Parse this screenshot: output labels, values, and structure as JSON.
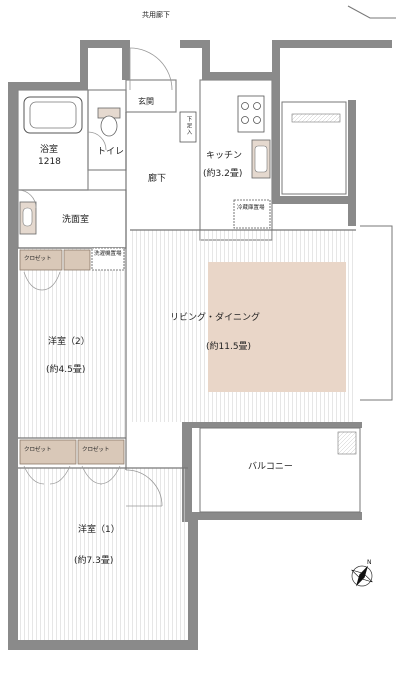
{
  "labels": {
    "corridor_shared": "共用廊下",
    "entrance": "玄関",
    "shoe_box": "下足入",
    "toilet": "トイレ",
    "bath": "浴室",
    "bath_size": "1218",
    "kitchen": "キッチン",
    "kitchen_area": "(約3.2畳)",
    "hall": "廊下",
    "washroom": "洗面室",
    "washer_space": "洗濯機置場",
    "fridge_space": "冷蔵庫置場",
    "closet": "クロゼット",
    "western2": "洋室（2）",
    "western2_area": "(約4.5畳)",
    "living": "リビング・ダイニング",
    "living_area": "(約11.5畳)",
    "balcony": "バルコニー",
    "western1": "洋室（1）",
    "western1_area": "(約7.3畳)"
  },
  "colors": {
    "wall": "#8a8a8a",
    "floor_line": "#cfcfcf",
    "rug": "#e9d6c8",
    "storage": "#d9c8b8"
  },
  "icons": [
    "compass-icon"
  ]
}
